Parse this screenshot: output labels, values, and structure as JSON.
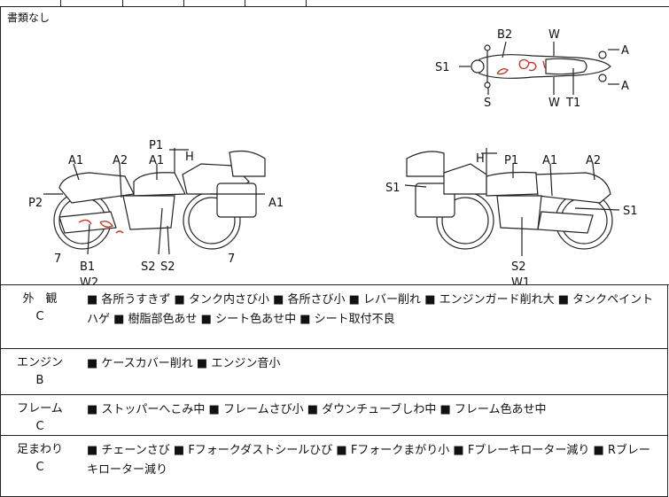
{
  "document": {
    "note": "書類なし"
  },
  "diagram": {
    "top_view_labels": [
      "B2",
      "W",
      "S1",
      "A",
      "A",
      "S",
      "W",
      "T1"
    ],
    "left_view_labels": [
      "P1",
      "A1",
      "H",
      "A1",
      "A2",
      "P2",
      "A1",
      "7",
      "7",
      "B1",
      "W2",
      "S2",
      "S2"
    ],
    "right_view_labels": [
      "H",
      "P1",
      "A1",
      "A2",
      "S1",
      "S1",
      "S2",
      "W1"
    ]
  },
  "sections": [
    {
      "category": "外　観",
      "grade": "C",
      "notes": "■ 各所うすきず ■ タンク内さび小 ■ 各所さび小 ■ レバー削れ ■ エンジンガード削れ大 ■ タンクペイントハゲ ■ 樹脂部色あせ ■ シート色あせ中 ■ シート取付不良"
    },
    {
      "category": "エンジン",
      "grade": "B",
      "notes": "■ ケースカバー削れ ■ エンジン音小"
    },
    {
      "category": "フレーム",
      "grade": "C",
      "notes": "■ ストッパーへこみ中 ■ フレームさび小 ■ ダウンチューブしわ中 ■ フレーム色あせ中"
    },
    {
      "category": "足まわり",
      "grade": "C",
      "notes": "■ チェーンさび ■ Fフォークダストシールひび ■ Fフォークまがり小 ■ Fブレーキローター減り ■ Rブレーキローター減り"
    }
  ]
}
